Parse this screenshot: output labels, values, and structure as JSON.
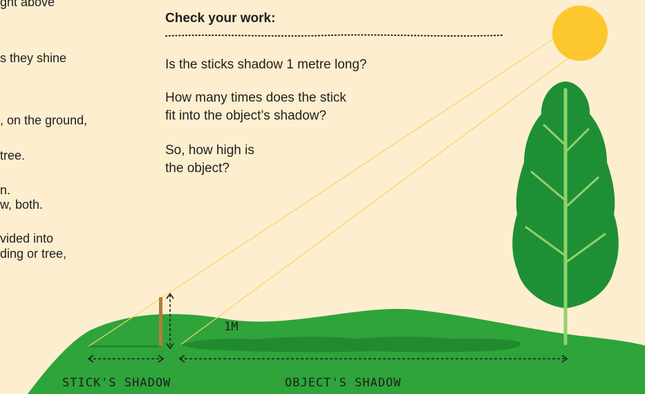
{
  "left_column": [
    {
      "id": "l1",
      "text": "ght above"
    },
    {
      "id": "l2",
      "text": "s they shine"
    },
    {
      "id": "l3",
      "text": ", on the ground,"
    },
    {
      "id": "l4",
      "text": "tree."
    },
    {
      "id": "l5",
      "text": "n."
    },
    {
      "id": "l6",
      "text": "w, both."
    },
    {
      "id": "l7",
      "text": "vided into"
    },
    {
      "id": "l8",
      "text": "ding or tree,"
    }
  ],
  "check": {
    "title": "Check your work:",
    "q1": "Is the sticks shadow 1 metre long?",
    "q2_line1": "How many times does the stick",
    "q2_line2": "fit into the object’s shadow?",
    "q3_line1": "So, how high is",
    "q3_line2": "the object?"
  },
  "labels": {
    "stick_height": "1M",
    "stick_shadow": "STICK'S SHADOW",
    "object_shadow": "OBJECT'S SHADOW"
  },
  "colors": {
    "background": "#fdeecf",
    "hill": "#2ea43a",
    "shadow": "#228a2e",
    "sun": "#fdc72e",
    "sun_ray": "#f5d66a",
    "tree": "#1f8f35",
    "tree_lines": "#8ed46a",
    "stick": "#b07d3c",
    "text": "#1f1f1f"
  }
}
